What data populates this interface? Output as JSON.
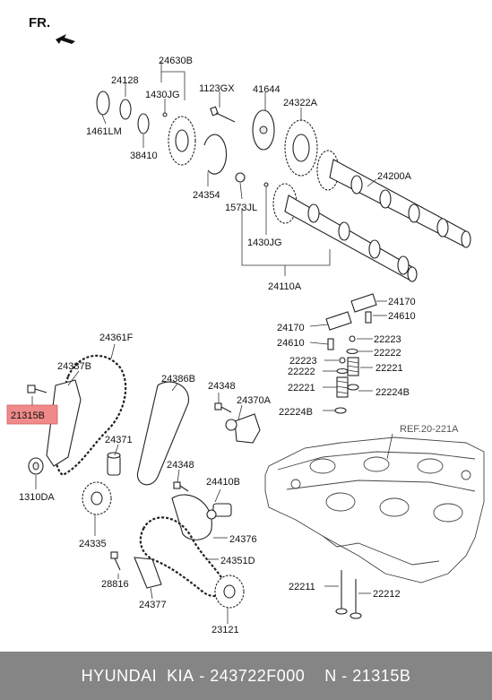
{
  "direction": {
    "label": "FR."
  },
  "reference": {
    "label": "REF.20-221A"
  },
  "highlight": {
    "part": "21315B",
    "color": "#f08a8a"
  },
  "parts": {
    "p24630B": "24630B",
    "p24128": "24128",
    "p1430JG_top": "1430JG",
    "p1123GX": "1123GX",
    "p41644": "41644",
    "p24322A": "24322A",
    "p1461LM": "1461LM",
    "p38410": "38410",
    "p24354": "24354",
    "p1573JL": "1573JL",
    "p1430JG_mid": "1430JG",
    "p24200A": "24200A",
    "p24110A": "24110A",
    "p24170_a": "24170",
    "p24610_a": "24610",
    "p24170_b": "24170",
    "p24610_b": "24610",
    "p22223_a": "22223",
    "p22222_a": "22222",
    "p22223_b": "22223",
    "p22221_a": "22221",
    "p22222_b": "22222",
    "p22221_b": "22221",
    "p22224B_a": "22224B",
    "p22224B_b": "22224B",
    "p24361F": "24361F",
    "p24387B": "24387B",
    "p21315B": "21315B",
    "p24386B": "24386B",
    "p24348_a": "24348",
    "p24370A": "24370A",
    "p24371": "24371",
    "p24348_b": "24348",
    "p1310DA": "1310DA",
    "p24410B": "24410B",
    "p24335": "24335",
    "p24376": "24376",
    "p24351D": "24351D",
    "p28816": "28816",
    "p24377": "24377",
    "p22211": "22211",
    "p22212": "22212",
    "p23121": "23121"
  },
  "footer": {
    "brand": "HYUNDAI  KIA",
    "separator1": " - ",
    "part_number": "243722F000",
    "separator2": "    N - ",
    "ref_number": "21315B"
  }
}
